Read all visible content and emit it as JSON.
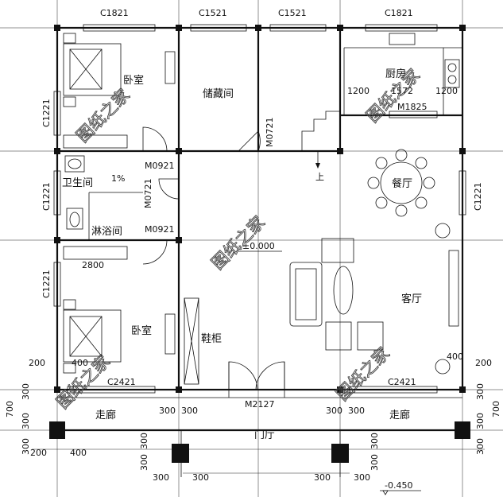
{
  "rooms": {
    "bedroom_top": "卧室",
    "storage": "储藏间",
    "kitchen": "厨房",
    "bathroom": "卫生间",
    "shower": "淋浴间",
    "dining": "餐厅",
    "living": "客厅",
    "bedroom_bottom": "卧室",
    "shoe_cabinet": "鞋柜",
    "corridor_left": "走廊",
    "corridor_right": "走廊",
    "entrance_hall": "门厅"
  },
  "windows": {
    "top_1": "C1821",
    "top_2": "C1521",
    "top_3": "C1521",
    "top_4": "C1821",
    "left_1": "C1221",
    "left_2": "C1221",
    "left_3": "C1221",
    "right_1": "C1221",
    "bottom_left": "C2421",
    "bottom_right": "C2421"
  },
  "doors": {
    "m0921_a": "M0921",
    "m0921_b": "M0921",
    "m0721_storage": "M0721",
    "m0721_bath": "M0721",
    "m1825": "M1825",
    "m2127": "M2127"
  },
  "dimensions": {
    "kitchen_left": "1200",
    "kitchen_mid": "1572",
    "kitchen_right": "1200",
    "bath_width": "2800",
    "d200_left": "200",
    "d400_left": "400",
    "d200_right": "200",
    "d400_right": "400",
    "d300_a": "300",
    "d300_b": "300",
    "d300_c": "300",
    "d300_d": "300",
    "d300_e": "300",
    "d300_f": "300",
    "d300_g": "300",
    "d300_h": "300",
    "d700_left": "700",
    "d700_right": "700",
    "d300_v1": "300",
    "d300_v2": "300",
    "d300_v3": "300",
    "d300_v4": "300",
    "d300_v5": "300",
    "d300_v6": "300",
    "d200_bottom": "200",
    "d400_bottom": "400",
    "d300_bl": "300",
    "d300_br": "300",
    "d300_rl": "300",
    "d300_rr": "300"
  },
  "levels": {
    "floor": "±0.000",
    "outdoor": "-0.450"
  },
  "annotations": {
    "slope": "1%",
    "stair_up": "上"
  },
  "watermark": "图纸之家"
}
